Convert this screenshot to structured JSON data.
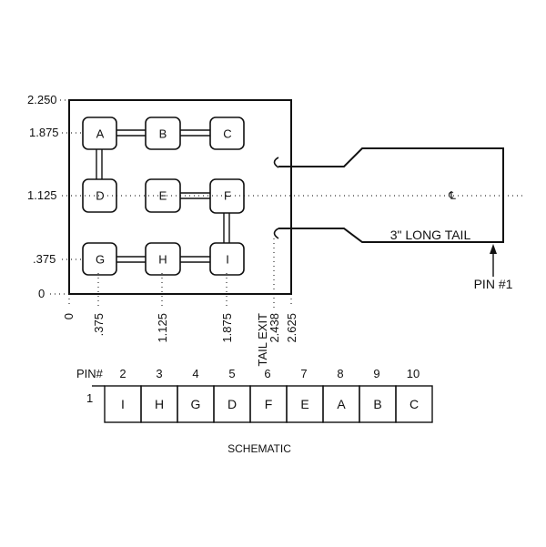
{
  "y_axis_labels": [
    "2.250",
    "1.875",
    "1.125",
    ".375",
    "0"
  ],
  "x_axis_labels": [
    "0",
    ".375",
    "1.125",
    "1.875",
    "TAIL EXIT",
    "2.438",
    "2.625"
  ],
  "keys": [
    "A",
    "B",
    "C",
    "D",
    "E",
    "F",
    "G",
    "H",
    "I"
  ],
  "tail_label": "3\" LONG TAIL",
  "centerline_symbol": "℄",
  "pin1_label": "PIN #1",
  "schematic": {
    "pin_header": "PIN#",
    "pin_numbers": [
      "2",
      "3",
      "4",
      "5",
      "6",
      "7",
      "8",
      "9",
      "10"
    ],
    "common_pin": "1",
    "cells": [
      "I",
      "H",
      "G",
      "D",
      "F",
      "E",
      "A",
      "B",
      "C"
    ],
    "title": "SCHEMATIC"
  }
}
